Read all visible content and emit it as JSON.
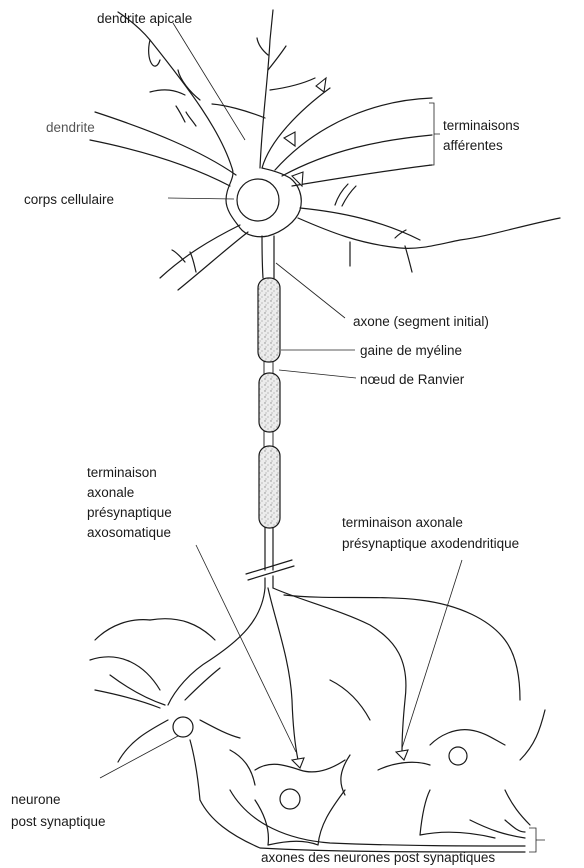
{
  "labels": {
    "dendrite_apicale": "dendrite apicale",
    "dendrite": "dendrite",
    "terminaisons_afferentes": [
      "terminaisons",
      "afférentes"
    ],
    "corps_cellulaire": "corps cellulaire",
    "axone_segment_initial": "axone (segment initial)",
    "gaine_myeline": "gaine de myéline",
    "noeud_ranvier": "nœud de Ranvier",
    "terminaison_axosomatique": [
      "terminaison",
      "axonale",
      "présynaptique",
      "axosomatique"
    ],
    "terminaison_axodendritique": [
      "terminaison axonale",
      "présynaptique axodendritique"
    ],
    "neurone_post_synaptique": [
      "neurone",
      "post synaptique"
    ],
    "axones_neurones_post_synaptiques": "axones des neurones post synaptiques"
  }
}
